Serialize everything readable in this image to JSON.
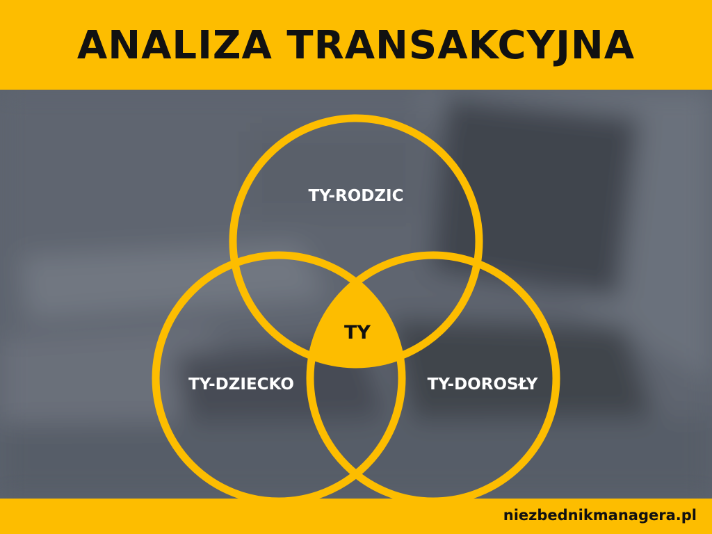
{
  "header": {
    "title": "ANALIZA TRANSAKCYJNA"
  },
  "diagram": {
    "circles": {
      "top_label": "TY-RODZIC",
      "left_label": "TY-DZIECKO",
      "right_label": "TY-DOROSŁY"
    },
    "center_label": "TY"
  },
  "footer": {
    "url": "niezbednikmanagera.pl"
  },
  "colors": {
    "accent": "#fdbd00",
    "background": "#5c636e",
    "text_dark": "#111111",
    "text_light": "#ffffff"
  }
}
